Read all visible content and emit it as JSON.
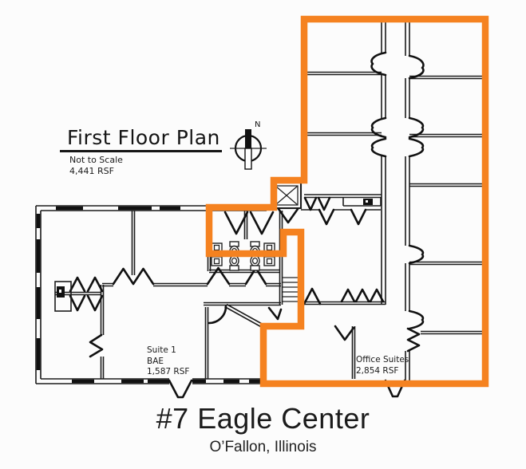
{
  "header": {
    "title": "First Floor Plan",
    "note_scale": "Not to Scale",
    "note_rsf": "4,441 RSF"
  },
  "compass": {
    "label": "N"
  },
  "labels": {
    "suite1": {
      "name": "Suite 1",
      "tenant": "BAE",
      "area": "1,587 RSF"
    },
    "office_suites": {
      "name": "Office Suites",
      "area": "2,854 RSF"
    }
  },
  "footer": {
    "title": "#7 Eagle Center",
    "location": "O’Fallon, Illinois"
  },
  "colors": {
    "highlight": "#F58220",
    "line": "#1C1C1C",
    "background": "#FCFCFC"
  }
}
